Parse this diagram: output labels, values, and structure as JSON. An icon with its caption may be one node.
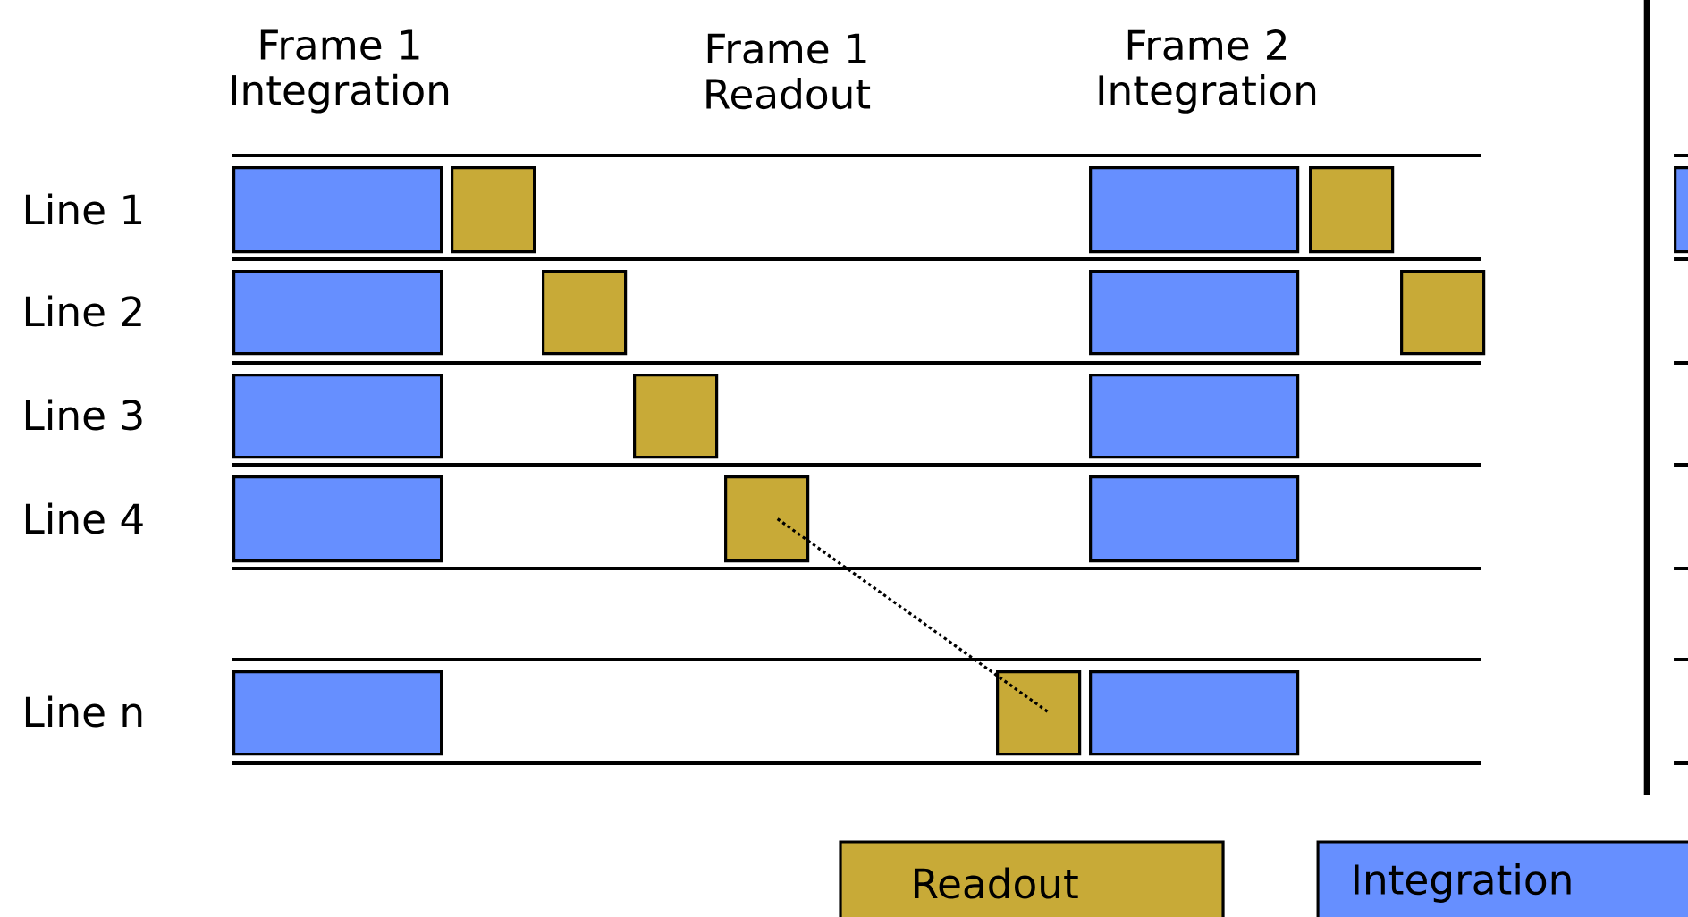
{
  "diagram": {
    "nodes": [
      {
        "text": [],
        "shape": "box"
      },
      {
        "text": [],
        "shape": "box"
      },
      {
        "text": [],
        "shape": "box"
      },
      {
        "text": [],
        "shape": "box"
      },
      {
        "text": [],
        "shape": "box"
      },
      {
        "text": [],
        "shape": "box"
      },
      {
        "text": [],
        "shape": "box"
      },
      {
        "text": [],
        "shape": "box"
      },
      {
        "text": [],
        "shape": "box"
      },
      {
        "text": [],
        "shape": "box"
      },
      {
        "text": [],
        "shape": "box"
      },
      {
        "text": [],
        "shape": "box"
      },
      {
        "text": [],
        "shape": "box"
      },
      {
        "text": [],
        "shape": "box"
      },
      {
        "text": [],
        "shape": "box"
      },
      {
        "text": [],
        "shape": "box"
      },
      {
        "text": [],
        "shape": "box"
      },
      {
        "text": [],
        "shape": "box"
      }
    ],
    "edges": [
      {
        "from": 13,
        "to": 16,
        "arrow": "none",
        "style": "dashed"
      }
    ],
    "labels": [
      "Frame 1 Integration",
      "Frame 1 Readout",
      "Frame 2 Integration",
      "Line 1",
      "Line 2",
      "Line 3",
      "Line 4",
      "Line n"
    ],
    "legend": [
      {
        "text": "Readout",
        "color": "#c8aa37"
      },
      {
        "text": "Integration",
        "color": "#668fff"
      }
    ]
  }
}
